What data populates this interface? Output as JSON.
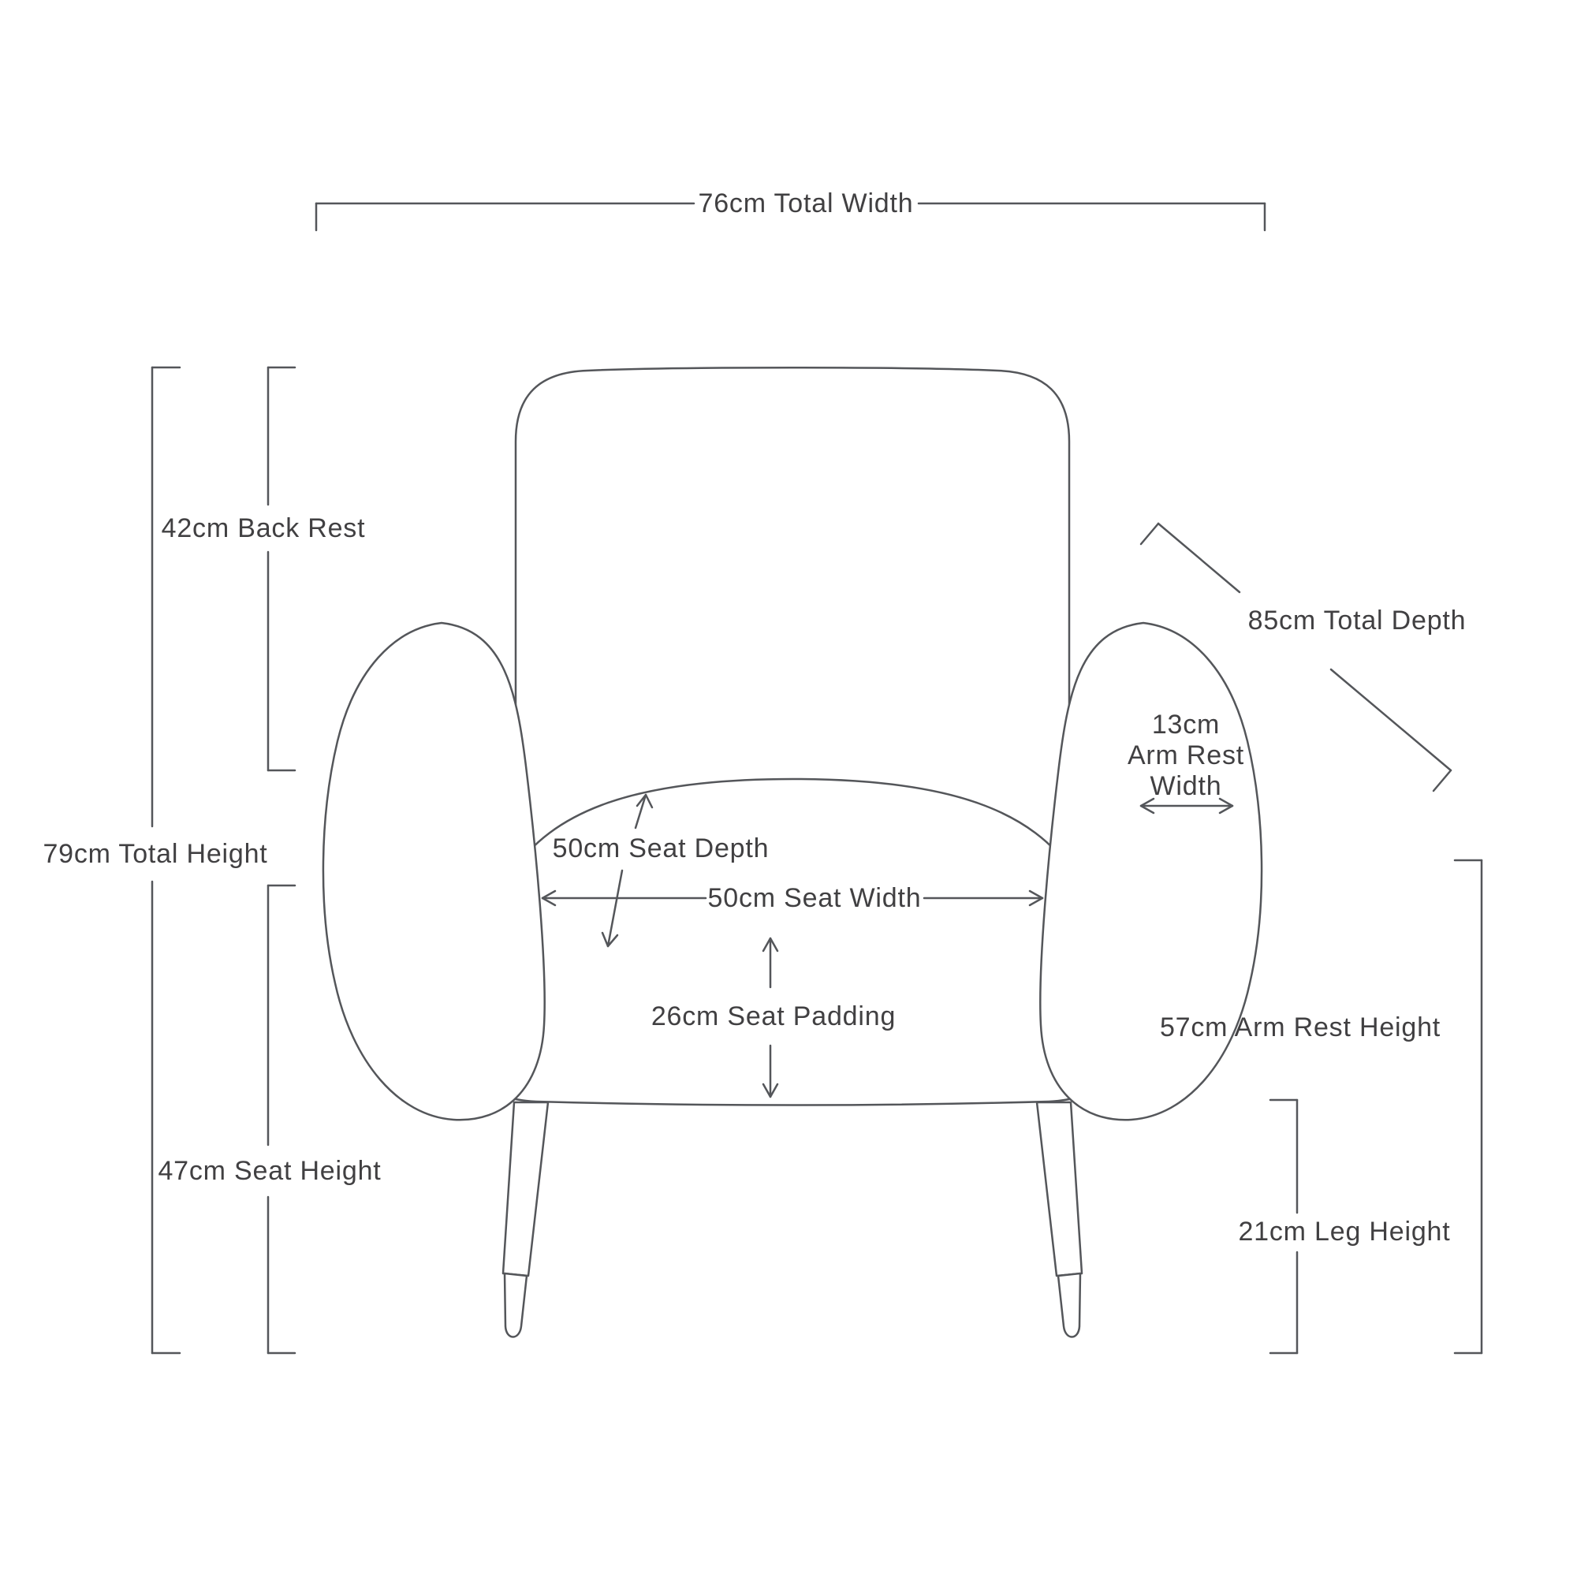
{
  "diagram": {
    "colors": {
      "line": "#54565a",
      "text": "#414042",
      "background": "#ffffff"
    },
    "dimensions": {
      "total_width": "76cm Total Width",
      "total_height": "79cm Total Height",
      "back_rest": "42cm Back Rest",
      "seat_height": "47cm Seat Height",
      "total_depth": "85cm Total Depth",
      "arm_rest_width_line1": "13cm",
      "arm_rest_width_line2": "Arm Rest",
      "arm_rest_width_line3": "Width",
      "seat_depth": "50cm Seat Depth",
      "seat_width": "50cm Seat Width",
      "seat_padding": "26cm Seat Padding",
      "arm_rest_height": "57cm Arm Rest Height",
      "leg_height": "21cm Leg Height"
    }
  }
}
